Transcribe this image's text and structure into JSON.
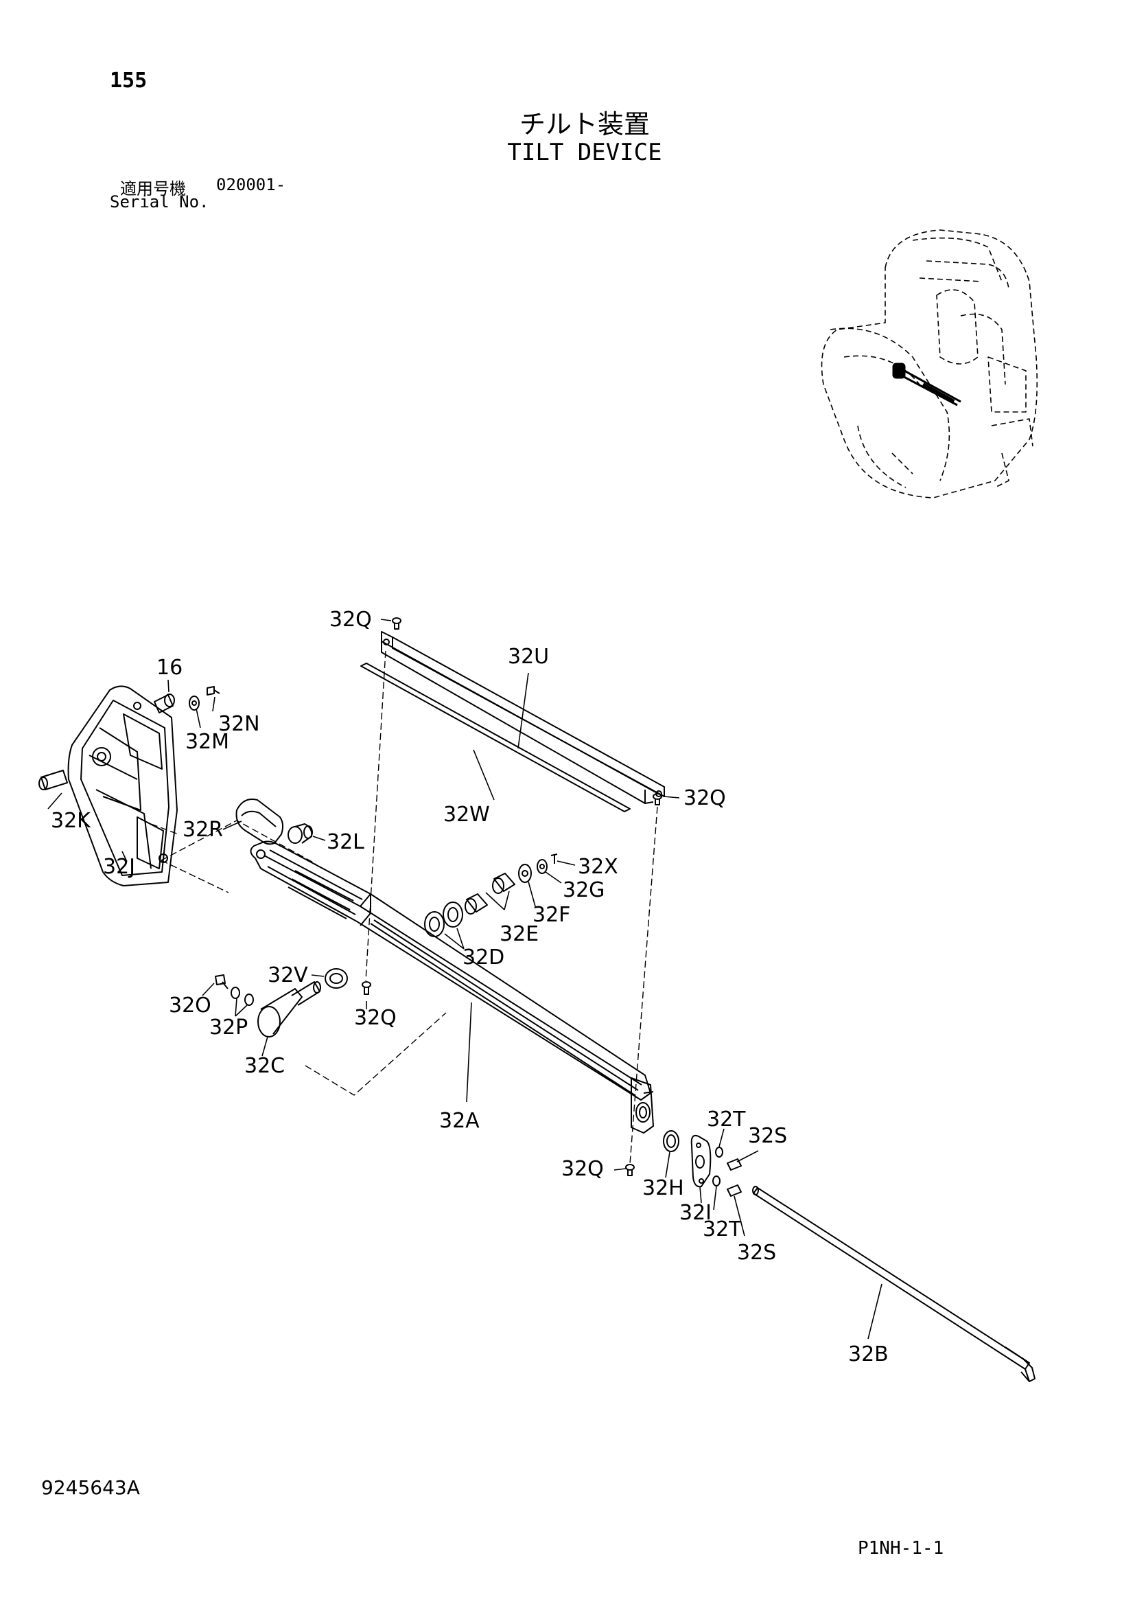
{
  "header": {
    "page_number": "155",
    "title_ja": "チルト装置",
    "title_en": "TILT DEVICE",
    "serial_label_ja": "適用号機",
    "serial_value": "020001-",
    "serial_label_en": "Serial No."
  },
  "footer": {
    "drawing_number": "9245643A",
    "page_code": "P1NH-1-1"
  },
  "callouts": {
    "c16": "16",
    "c32Q_top": "32Q",
    "c32U": "32U",
    "c32N": "32N",
    "c32M": "32M",
    "c32Q_right": "32Q",
    "c32K": "32K",
    "c32R": "32R",
    "c32W": "32W",
    "c32L": "32L",
    "c32J": "32J",
    "c32X": "32X",
    "c32G": "32G",
    "c32F": "32F",
    "c32E": "32E",
    "c32D": "32D",
    "c32V": "32V",
    "c32O": "32O",
    "c32Q_mid": "32Q",
    "c32P": "32P",
    "c32C": "32C",
    "c32A": "32A",
    "c32T_top": "32T",
    "c32S_top": "32S",
    "c32Q_bot": "32Q",
    "c32H": "32H",
    "c32I": "32I",
    "c32T_bot": "32T",
    "c32S_bot": "32S",
    "c32B": "32B"
  }
}
